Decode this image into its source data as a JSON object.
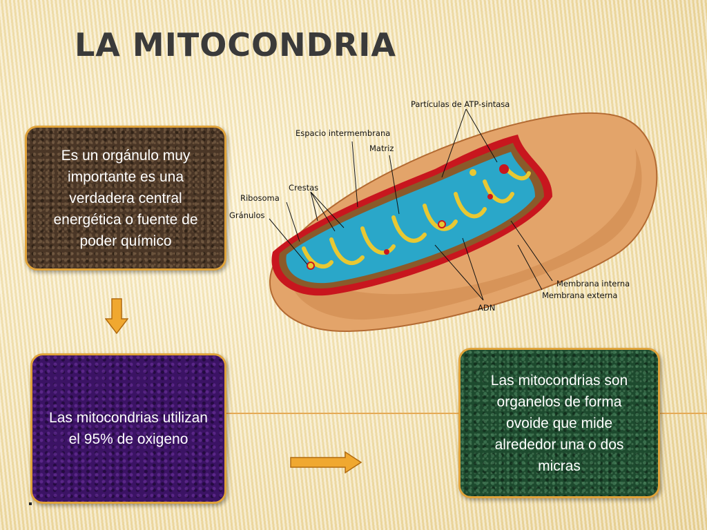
{
  "slide": {
    "title": "La mitocondria",
    "box_1": "Es un orgánulo muy importante es una verdadera central energética o fuente de poder químico",
    "box_2": "Las mitocondrias utilizan el 95% de oxigeno",
    "box_3": "Las mitocondrias son organelos de forma ovoide que mide alrededor una o dos micras",
    "footer_mark": "."
  },
  "diagram": {
    "labels": {
      "atp": "Partículas de ATP-sintasa",
      "espacio": "Espacio intermembrana",
      "matriz": "Matriz",
      "crestas": "Crestas",
      "ribosoma": "Ribosoma",
      "granulos": "Gránulos",
      "membrana_interna": "Membrana interna",
      "membrana_externa": "Membrana externa",
      "adn": "ADN"
    }
  },
  "colors": {
    "box_border": "#e0a33a",
    "arrow": "#f0a830",
    "outer_membrane": "#e3a46a",
    "matrix": "#2aa7c9",
    "cristae": "#e8c832",
    "membrane_red": "#c8161e"
  }
}
